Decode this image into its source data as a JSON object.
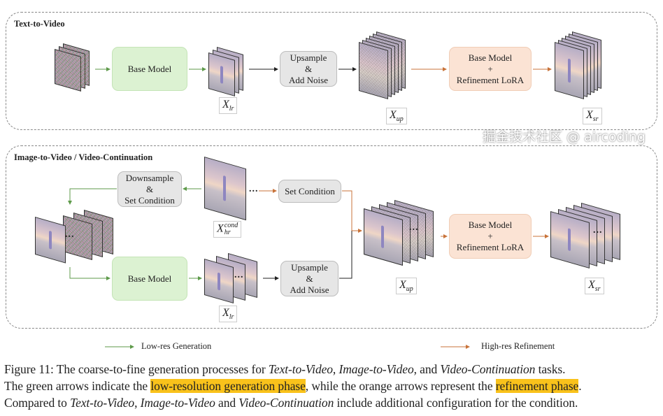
{
  "panels": {
    "t2v": {
      "title": "Text-to-Video",
      "base_model": "Base Model",
      "upsample": [
        "Upsample",
        "&",
        "Add Noise"
      ],
      "refine": [
        "Base Model",
        "+",
        "Refinement LoRA"
      ],
      "x_lr": {
        "base": "X",
        "sub": "lr"
      },
      "x_up": {
        "base": "X",
        "sub": "up"
      },
      "x_sr": {
        "base": "X",
        "sub": "sr"
      }
    },
    "i2v": {
      "title": "Image-to-Video / Video-Continuation",
      "downsample": [
        "Downsample",
        "&",
        "Set Condition"
      ],
      "set_condition": "Set Condition",
      "base_model": "Base Model",
      "upsample": [
        "Upsample",
        "&",
        "Add Noise"
      ],
      "refine": [
        "Base Model",
        "+",
        "Refinement LoRA"
      ],
      "x_cond": {
        "base": "X",
        "sub": "hr",
        "sup": "cond"
      },
      "x_lr": {
        "base": "X",
        "sub": "lr"
      },
      "x_up": {
        "base": "X",
        "sub": "up"
      },
      "x_sr": {
        "base": "X",
        "sub": "sr"
      },
      "ellipsis": "..."
    }
  },
  "legend": {
    "low_res": "Low-res Generation",
    "high_res": "High-res Refinement"
  },
  "colors": {
    "green": "#5e9a4a",
    "orange": "#c8733a",
    "black": "#222222",
    "highlight": "#f9c21b"
  },
  "caption": {
    "line1": [
      {
        "t": "Figure 11: The coarse-to-fine generation processes for ",
        "style": "normal"
      },
      {
        "t": "Text-to-Video",
        "style": "italic"
      },
      {
        "t": ", ",
        "style": "normal"
      },
      {
        "t": "Image-to-Video",
        "style": "italic"
      },
      {
        "t": ", and ",
        "style": "normal"
      },
      {
        "t": "Video-Continuation",
        "style": "italic"
      },
      {
        "t": " tasks.",
        "style": "normal"
      }
    ],
    "line2": [
      {
        "t": "The green arrows indicate the ",
        "style": "normal"
      },
      {
        "t": "low-resolution generation phase",
        "style": "highlight"
      },
      {
        "t": ", while the orange arrows represent the ",
        "style": "normal"
      },
      {
        "t": "refinement phase",
        "style": "highlight"
      },
      {
        "t": ".",
        "style": "normal"
      }
    ],
    "line3": [
      {
        "t": "Compared to ",
        "style": "normal"
      },
      {
        "t": "Text-to-Video",
        "style": "italic"
      },
      {
        "t": ", ",
        "style": "normal"
      },
      {
        "t": "Image-to-Video",
        "style": "italic"
      },
      {
        "t": " and ",
        "style": "normal"
      },
      {
        "t": "Video-Continuation",
        "style": "italic"
      },
      {
        "t": " include additional configuration for the condition.",
        "style": "normal"
      }
    ]
  },
  "watermark": "掘金技术社区 @ aircoding"
}
